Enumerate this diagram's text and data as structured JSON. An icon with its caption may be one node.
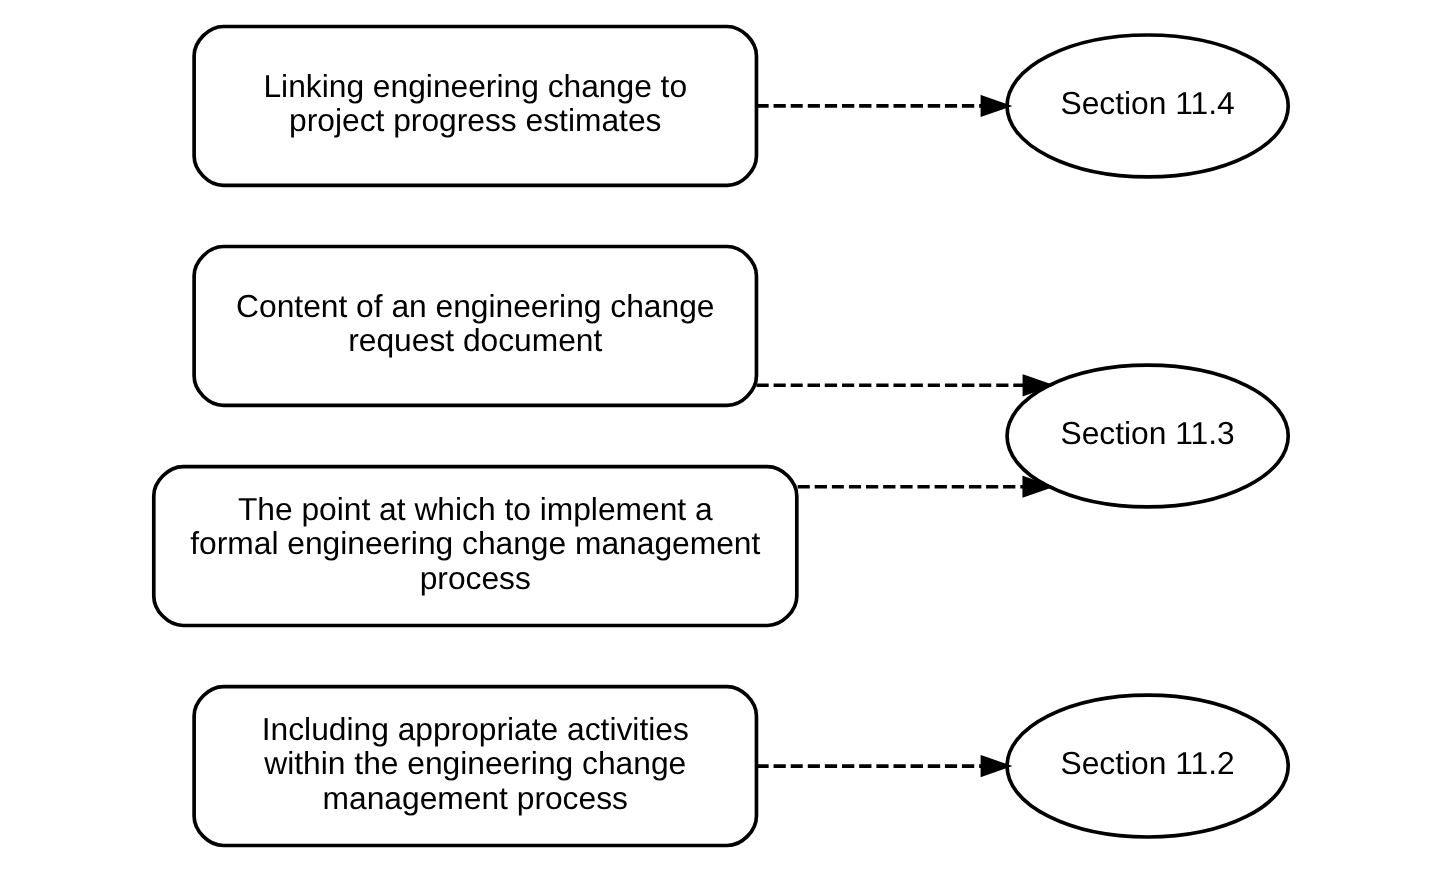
{
  "diagram": {
    "nodes": [
      {
        "text": [
          "Including appropriate activities within the engineering change management process"
        ]
      },
      {
        "text": [
          "Content of an engineering change request document"
        ]
      },
      {
        "text": [
          "The point at which to implement a formal engineering change management process"
        ]
      },
      {
        "text": [
          "Linking engineering change to project progress estimates"
        ]
      },
      {
        "text": [
          "Section 11.2"
        ]
      },
      {
        "text": [
          "Section 11.3"
        ]
      },
      {
        "text": [
          "Section 11.4"
        ]
      }
    ],
    "edges": [
      {
        "from": 0,
        "to": 4,
        "arrow": "to",
        "style": "dashed"
      },
      {
        "from": 1,
        "to": 5,
        "arrow": "to",
        "style": "dashed"
      },
      {
        "from": 2,
        "to": 5,
        "arrow": "to",
        "style": "dashed"
      },
      {
        "from": 3,
        "to": 6,
        "arrow": "to",
        "style": "dashed"
      }
    ]
  }
}
